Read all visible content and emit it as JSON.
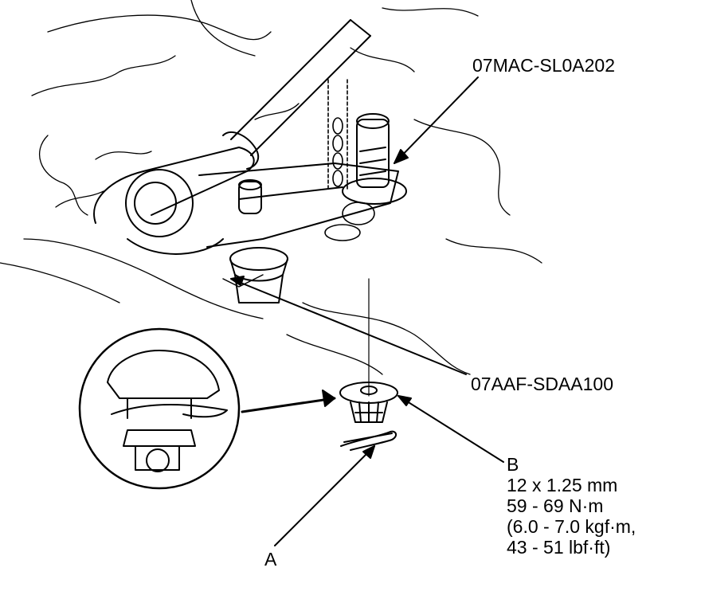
{
  "labels": {
    "tool_top": "07MAC-SL0A202",
    "tool_bottom": "07AAF-SDAA100",
    "part_a": "A",
    "part_b": "B",
    "spec_b": {
      "thread": "12 x 1.25 mm",
      "torque_nm": "59 - 69 N·m",
      "torque_kgfm": "(6.0 - 7.0 kgf·m,",
      "torque_lbfft": "43 - 51 lbf·ft)"
    }
  },
  "colors": {
    "ink": "#000000",
    "paper": "#ffffff"
  }
}
